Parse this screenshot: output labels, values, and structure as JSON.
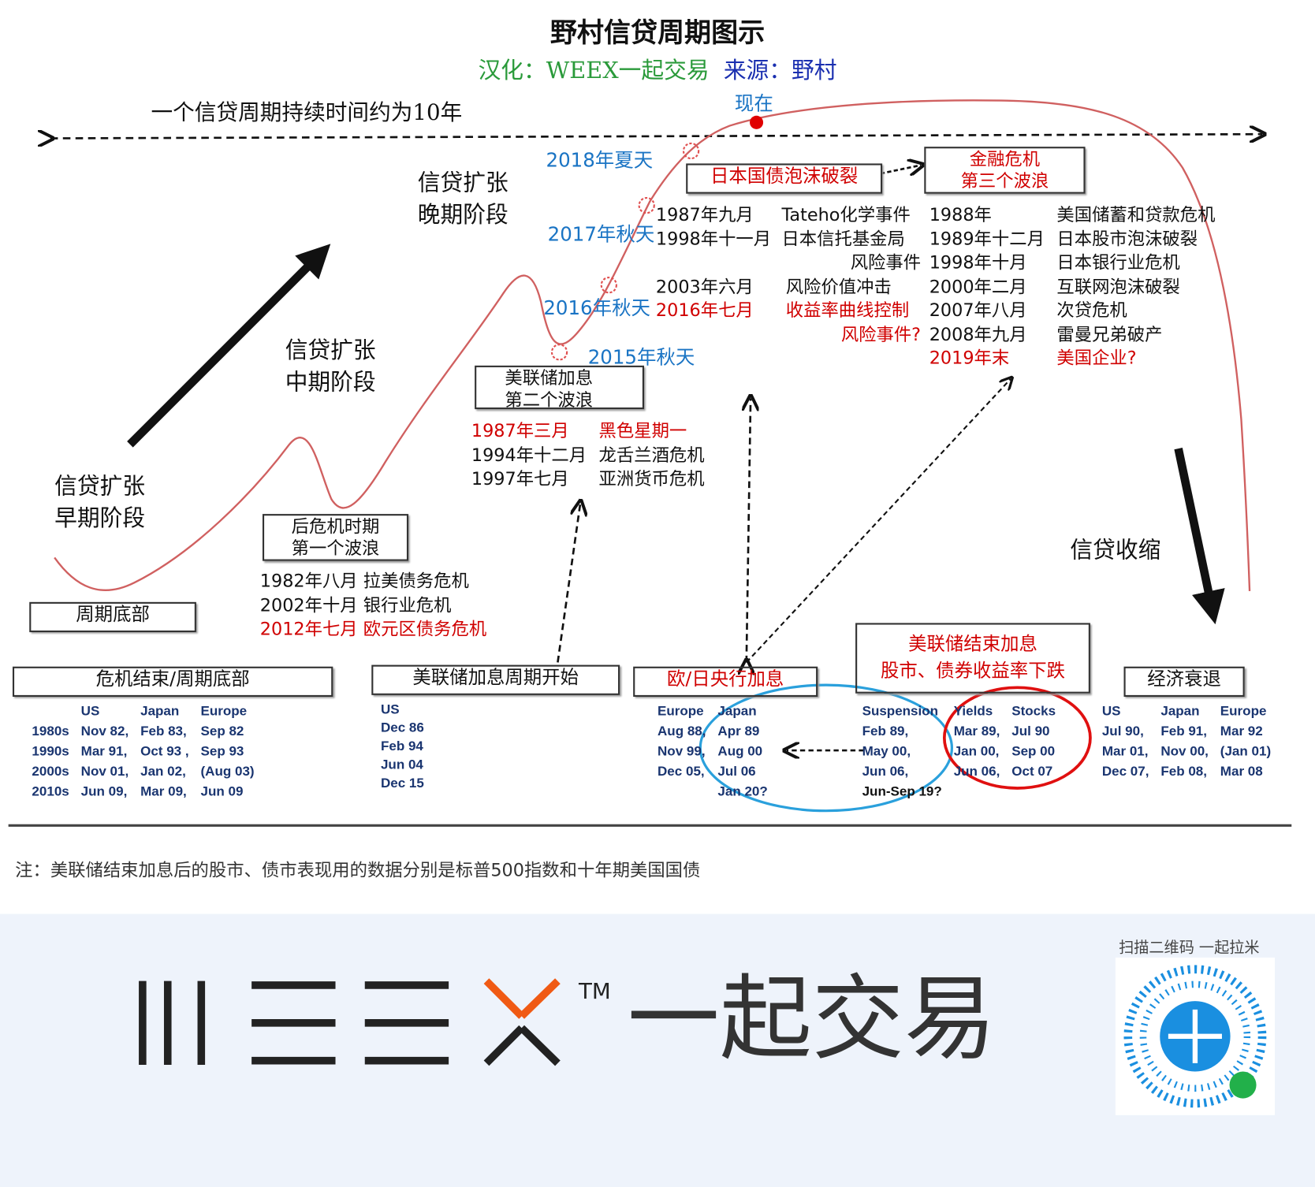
{
  "title": "野村信贷周期图示",
  "subtitle": {
    "localized": "汉化：WEEX一起交易",
    "source": "来源：野村"
  },
  "cycle_note": "一个信贷周期持续时间约为10年",
  "now_label": "现在",
  "phases": {
    "early": [
      "信贷扩张",
      "早期阶段"
    ],
    "mid": [
      "信贷扩张",
      "中期阶段"
    ],
    "late": [
      "信贷扩张",
      "晚期阶段"
    ],
    "contraction": "信贷收缩"
  },
  "timepoints": [
    "2018年夏天",
    "2017年秋天",
    "2016年秋天",
    "2015年秋天"
  ],
  "boxes": {
    "bottom": "周期底部",
    "wave1": [
      "后危机时期",
      "第一个波浪"
    ],
    "wave2": [
      "美联储加息",
      "第二个波浪"
    ],
    "jgb": "日本国债泡沫破裂",
    "wave3": [
      "金融危机",
      "第三个波浪"
    ],
    "crisis_end": "危机结束/周期底部",
    "fed_start": "美联储加息周期开始",
    "ecb_boj": "欧/日央行加息",
    "fed_end": [
      "美联储结束加息",
      "股市、债券收益率下跌"
    ],
    "recession": "经济衰退"
  },
  "wave1_events": [
    [
      "1982年八月",
      "拉美债务危机"
    ],
    [
      "2002年十月",
      "银行业危机"
    ],
    [
      "2012年七月",
      "欧元区债务危机"
    ]
  ],
  "wave2_events": [
    [
      "1987年三月",
      "黑色星期一"
    ],
    [
      "1994年十二月",
      "龙舌兰酒危机"
    ],
    [
      "1997年七月",
      "亚洲货币危机"
    ]
  ],
  "jgb_events": [
    [
      "1987年九月",
      "Tateho化学事件"
    ],
    [
      "1998年十一月",
      "日本信托基金局"
    ],
    [
      "",
      "风险事件"
    ],
    [
      "2003年六月",
      "风险价值冲击"
    ],
    [
      "2016年七月",
      "收益率曲线控制"
    ],
    [
      "",
      "风险事件?"
    ]
  ],
  "wave3_events": [
    [
      "1988年",
      "美国储蓄和贷款危机"
    ],
    [
      "1989年十二月",
      "日本股市泡沫破裂"
    ],
    [
      "1998年十月",
      "日本银行业危机"
    ],
    [
      "2000年二月",
      "互联网泡沫破裂"
    ],
    [
      "2007年八月",
      "次贷危机"
    ],
    [
      "2008年九月",
      "雷曼兄弟破产"
    ],
    [
      "2019年末",
      "美国企业?"
    ]
  ],
  "table_bottom": {
    "header": [
      "",
      "US",
      "Japan",
      "Europe"
    ],
    "rows": [
      [
        "1980s",
        "Nov 82,",
        "Feb 83,",
        "Sep 82"
      ],
      [
        "1990s",
        "Mar 91,",
        "Oct 93 ,",
        "Sep 93"
      ],
      [
        "2000s",
        "Nov 01,",
        "Jan 02,",
        "(Aug 03)"
      ],
      [
        "2010s",
        "Jun 09,",
        "Mar 09,",
        "Jun 09"
      ]
    ]
  },
  "table_fed": {
    "header": "US",
    "rows": [
      "Dec 86",
      "Feb 94",
      "Jun 04",
      "Dec 15"
    ]
  },
  "table_ecb": {
    "header": [
      "Europe",
      "Japan"
    ],
    "rows": [
      [
        "Aug 88,",
        "Apr 89"
      ],
      [
        "Nov 99,",
        "Aug 00"
      ],
      [
        "Dec 05,",
        "Jul 06"
      ],
      [
        "",
        "Jan 20?"
      ]
    ]
  },
  "table_fed_end": {
    "header": [
      "Suspension",
      "Yields",
      "Stocks"
    ],
    "rows": [
      [
        "Feb 89,",
        "Mar 89,",
        "Jul 90"
      ],
      [
        "May 00,",
        "Jan 00,",
        "Sep 00"
      ],
      [
        "Jun 06,",
        "Jun 06,",
        "Oct 07"
      ],
      [
        "Jun-Sep 19?",
        "",
        ""
      ]
    ]
  },
  "table_recession": {
    "header": [
      "US",
      "Japan",
      "Europe"
    ],
    "rows": [
      [
        "Jul 90,",
        "Feb 91,",
        "Mar 92"
      ],
      [
        "Mar 01,",
        "Nov 00,",
        "(Jan 01)"
      ],
      [
        "Dec 07,",
        "Feb 08,",
        "Mar 08"
      ]
    ]
  },
  "footnote": "注：美联储结束加息后的股市、债市表现用的数据分别是标普500指数和十年期美国国债",
  "banner": {
    "logo": "WEEX",
    "tm": "TM",
    "brand": "一起交易",
    "qr_caption": "扫描二维码 一起拉米"
  },
  "colors": {
    "curve": "#d06060",
    "red": "#d00000",
    "blue": "#1a74c4",
    "green": "#2a9a3a",
    "navy": "#1a3570"
  }
}
